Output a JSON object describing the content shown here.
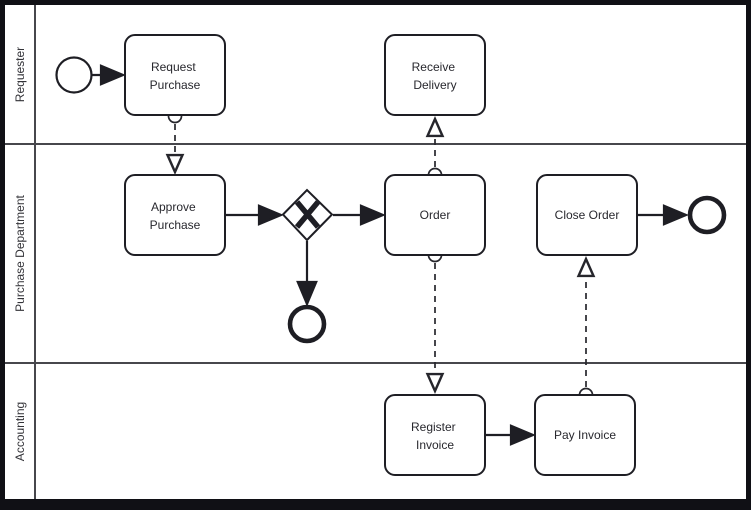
{
  "diagram": {
    "type": "bpmn-collaboration-diagram",
    "colors": {
      "background": "#ffffff",
      "frame": "#101015",
      "shape_stroke": "#1e1e24",
      "lane_line": "#47474c",
      "label_text": "#28282e"
    },
    "lanes": [
      {
        "name": "Requester"
      },
      {
        "name": "Purchase Department"
      },
      {
        "name": "Accounting"
      }
    ],
    "tasks": {
      "request_purchase": {
        "line1": "Request",
        "line2": "Purchase"
      },
      "receive_delivery": {
        "line1": "Receive",
        "line2": "Delivery"
      },
      "approve_purchase": {
        "line1": "Approve",
        "line2": "Purchase"
      },
      "order": {
        "label": "Order"
      },
      "close_order": {
        "label": "Close Order"
      },
      "register_invoice": {
        "line1": "Register",
        "line2": "Invoice"
      },
      "pay_invoice": {
        "label": "Pay Invoice"
      }
    },
    "events": {
      "start": "start-event-circle",
      "end_after_gateway": "end-event-thick-circle",
      "end_after_close_order": "end-event-thick-circle"
    },
    "gateway": {
      "kind": "exclusive-gateway",
      "marker": "X"
    },
    "flows": {
      "sequence": [
        "start to request-purchase",
        "approve-purchase to gateway",
        "gateway to order",
        "gateway to end-event",
        "close-order to end-event",
        "register-invoice to pay-invoice"
      ],
      "message": [
        "request-purchase to approve-purchase",
        "order to receive-delivery",
        "order to register-invoice",
        "pay-invoice to close-order"
      ]
    }
  }
}
